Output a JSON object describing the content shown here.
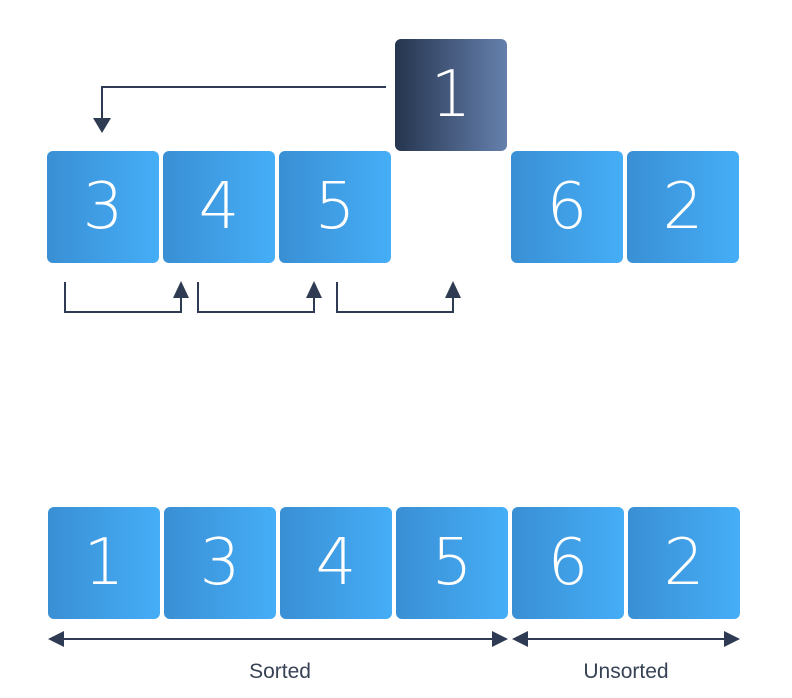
{
  "key": "1",
  "top_row": [
    "3",
    "4",
    "5",
    "6",
    "2"
  ],
  "bottom_row": [
    "1",
    "3",
    "4",
    "5",
    "6",
    "2"
  ],
  "labels": {
    "sorted": "Sorted",
    "unsorted": "Unsorted"
  },
  "colors": {
    "box_start": "#3a8fd4",
    "box_end": "#45aef7",
    "key_start": "#26354f",
    "key_end": "#6580ad",
    "arrow": "#2f3b52"
  }
}
